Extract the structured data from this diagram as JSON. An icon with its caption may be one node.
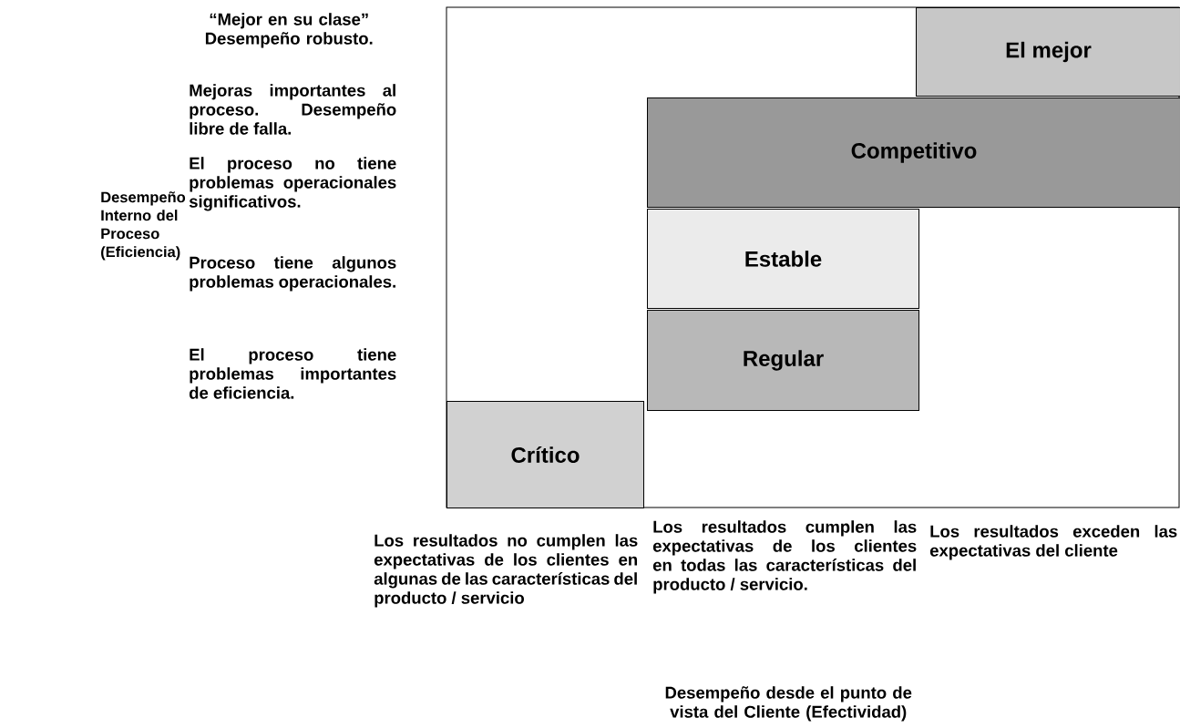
{
  "diagram": {
    "nodes": [
      {
        "text": [
          "El mejor"
        ]
      },
      {
        "text": [
          "Competitivo"
        ]
      },
      {
        "text": [
          "Estable"
        ]
      },
      {
        "text": [
          "Regular"
        ]
      },
      {
        "text": [
          "Crítico"
        ]
      }
    ],
    "labels": [
      "“Mejor en su clase” Desempeño robusto.",
      "Mejoras importantes al proceso. Desempeño libre de falla.",
      "Desempeño Interno del Proceso (Eficiencia)",
      "El proceso no tiene problemas operacionales significativos.",
      "Proceso tiene algunos problemas operacionales.",
      "El proceso tiene problemas importantes de eficiencia.",
      "Los resultados no cumplen las expectativas de los clientes en algunas de las características del producto / servicio",
      "Los resultados cumplen las expectativas de los clientes en todas las características del producto / servicio.",
      "Los resultados exceden las expectativas del cliente",
      "Desempeño desde el punto de vista del Cliente (Efectividad)"
    ]
  }
}
